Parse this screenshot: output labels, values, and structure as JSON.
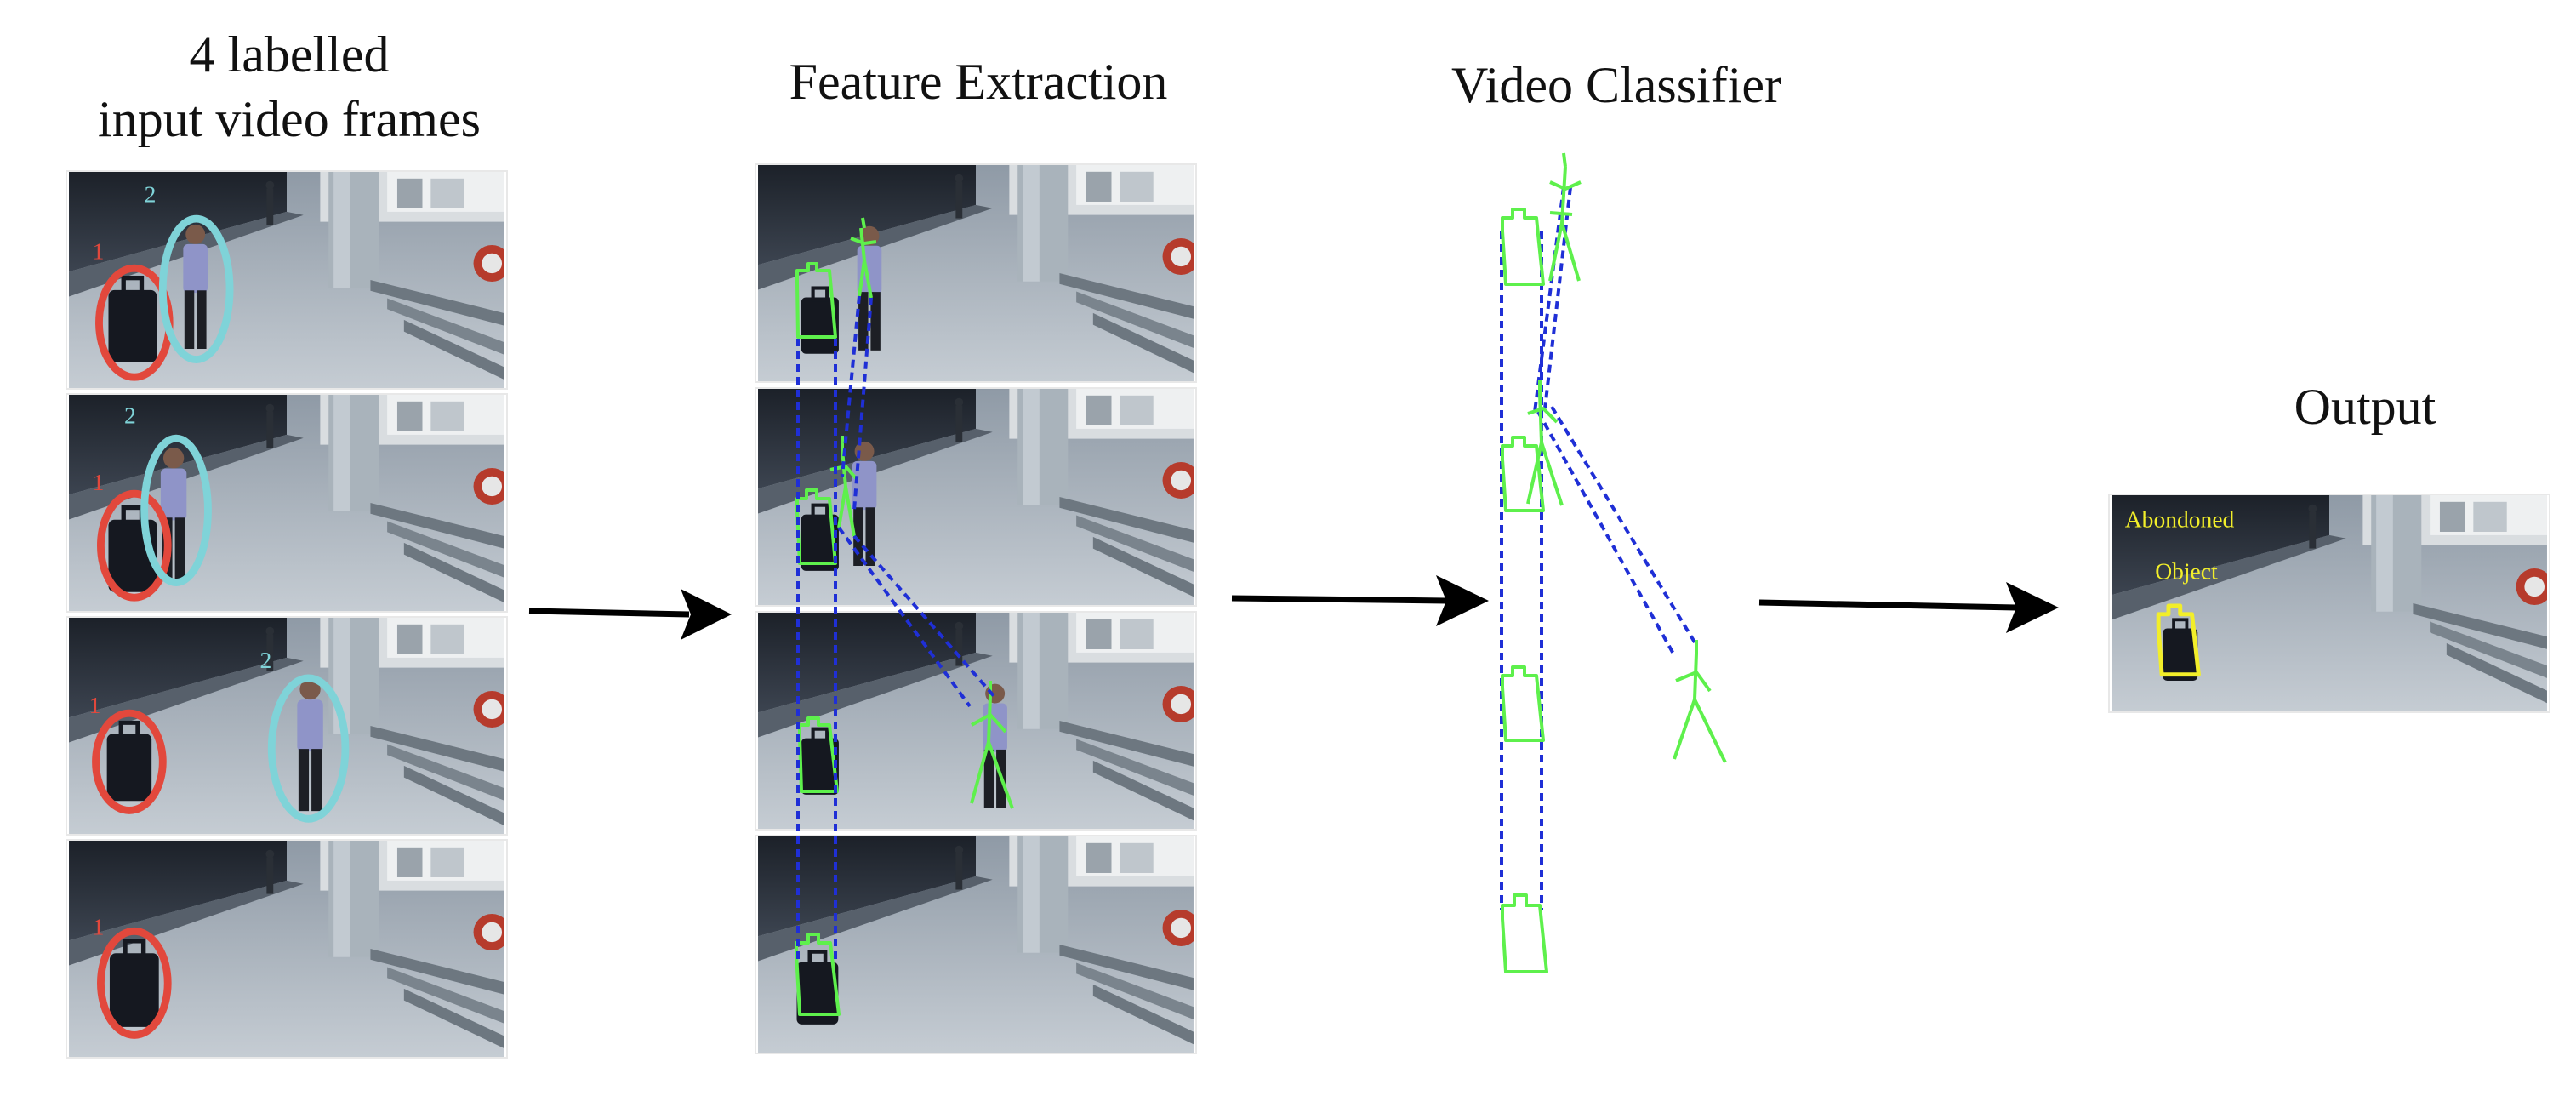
{
  "titles": {
    "input_line1": "4 labelled",
    "input_line2": "input video frames",
    "feature": "Feature Extraction",
    "classifier": "Video Classifier",
    "output": "Output"
  },
  "frame_labels": {
    "object": "1",
    "person": "2"
  },
  "output_annotation": {
    "line1": "Abondoned",
    "line2": "Object"
  },
  "colors": {
    "object_ring": "#e2483c",
    "person_ring": "#7fd3d8",
    "skeleton": "#5ef04c",
    "link": "#1f2fd6",
    "output_box": "#f2ee2a",
    "arrow": "#000000"
  }
}
